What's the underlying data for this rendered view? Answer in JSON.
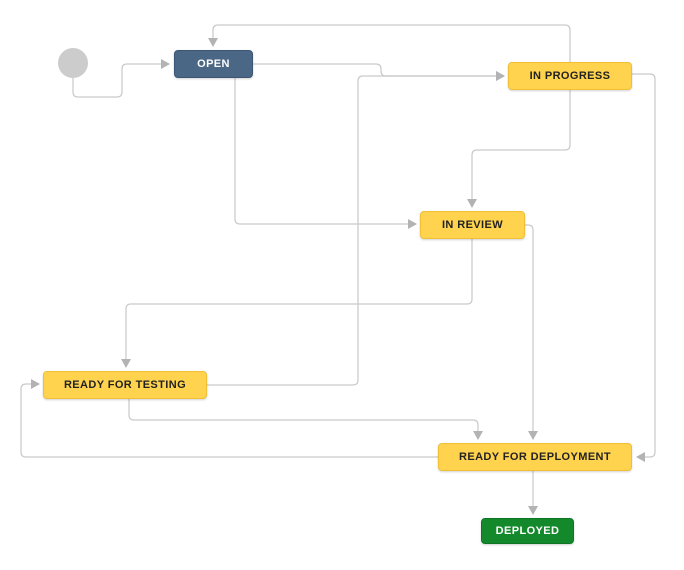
{
  "diagram": {
    "type": "workflow",
    "background": "#FFFFFF",
    "nodes": [
      {
        "id": "start",
        "label": "",
        "shape": "circle",
        "color": "#CCCCCC"
      },
      {
        "id": "open",
        "label": "OPEN",
        "shape": "rounded-rect",
        "color": "#4A6785",
        "text_color": "#FFFFFF"
      },
      {
        "id": "in-progress",
        "label": "IN PROGRESS",
        "shape": "rounded-rect",
        "color": "#FFD34E",
        "text_color": "#222222"
      },
      {
        "id": "in-review",
        "label": "IN REVIEW",
        "shape": "rounded-rect",
        "color": "#FFD34E",
        "text_color": "#222222"
      },
      {
        "id": "ready-for-testing",
        "label": "READY FOR TESTING",
        "shape": "rounded-rect",
        "color": "#FFD34E",
        "text_color": "#222222"
      },
      {
        "id": "ready-for-deployment",
        "label": "READY FOR DEPLOYMENT",
        "shape": "rounded-rect",
        "color": "#FFD34E",
        "text_color": "#222222"
      },
      {
        "id": "deployed",
        "label": "DEPLOYED",
        "shape": "rounded-rect",
        "color": "#14892C",
        "text_color": "#FFFFFF"
      }
    ],
    "transitions": [
      {
        "from": "start",
        "to": "open"
      },
      {
        "from": "in-progress",
        "to": "open"
      },
      {
        "from": "open",
        "to": "in-progress"
      },
      {
        "from": "ready-for-testing",
        "to": "in-progress"
      },
      {
        "from": "in-progress",
        "to": "in-review"
      },
      {
        "from": "open",
        "to": "in-review"
      },
      {
        "from": "in-review",
        "to": "ready-for-testing"
      },
      {
        "from": "in-review",
        "to": "ready-for-deployment"
      },
      {
        "from": "ready-for-testing",
        "to": "ready-for-deployment"
      },
      {
        "from": "in-progress",
        "to": "ready-for-deployment"
      },
      {
        "from": "ready-for-deployment",
        "to": "ready-for-testing"
      },
      {
        "from": "ready-for-deployment",
        "to": "deployed"
      }
    ],
    "colors": {
      "line": "#C9C9C9",
      "arrow": "#B3B3B3",
      "start_circle": "#CCCCCC"
    }
  }
}
